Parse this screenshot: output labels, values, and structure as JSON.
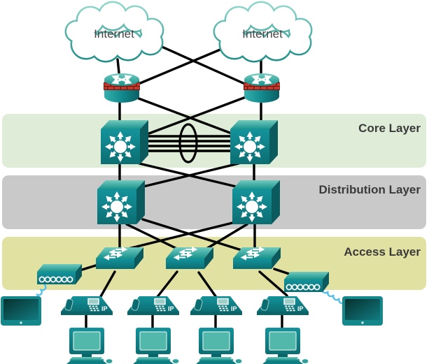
{
  "diagram": {
    "clouds": [
      {
        "label": "Internet"
      },
      {
        "label": "Internet"
      }
    ],
    "layers": [
      {
        "label": "Core Layer",
        "band_color": "#dfecd8",
        "text_color": "#3a3a3a"
      },
      {
        "label": "Distribution Layer",
        "band_color": "#c9c9c9",
        "text_color": "#3a3a3a"
      },
      {
        "label": "Access Layer",
        "band_color": "#e1e1a2",
        "text_color": "#3a3a3a"
      }
    ],
    "ip_phone_label": "IP",
    "devices": {
      "internet_clouds": 2,
      "edge_firewall_routers": 2,
      "core_multilayer_switches": 2,
      "distribution_multilayer_switches": 2,
      "access_switches": 3,
      "wireless_access_points": 2,
      "ip_phones": 4,
      "desktop_computers": 4,
      "wireless_display_clients": 2,
      "etherchannel_bundle_links": 4
    },
    "colors": {
      "device_teal": "#0f8084",
      "device_teal_light": "#5cc2b6",
      "device_teal_dark": "#0a5f63",
      "cloud_stroke": "#2b9c93",
      "firewall_brick": "#bf3a2c",
      "firewall_grout": "#6f150e",
      "link": "#000000",
      "wireless_link": "#58bfe8"
    }
  }
}
